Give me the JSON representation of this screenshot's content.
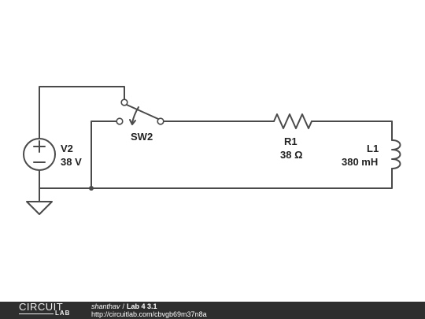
{
  "components": {
    "source": {
      "name": "V2",
      "value": "38 V"
    },
    "switch": {
      "name": "SW2"
    },
    "resistor": {
      "name": "R1",
      "value": "38 Ω"
    },
    "inductor": {
      "name": "L1",
      "value": "380 mH"
    }
  },
  "footer": {
    "logo_top": "CIRCUIT",
    "logo_bottom": "LAB",
    "author": "shanthav",
    "separator": "/",
    "title": "Lab 4 3.1",
    "url": "http://circuitlab.com/cbvgb69m37n8a"
  },
  "colors": {
    "wire": "#4a4a4a",
    "footer_bg": "#2e2e2e"
  }
}
